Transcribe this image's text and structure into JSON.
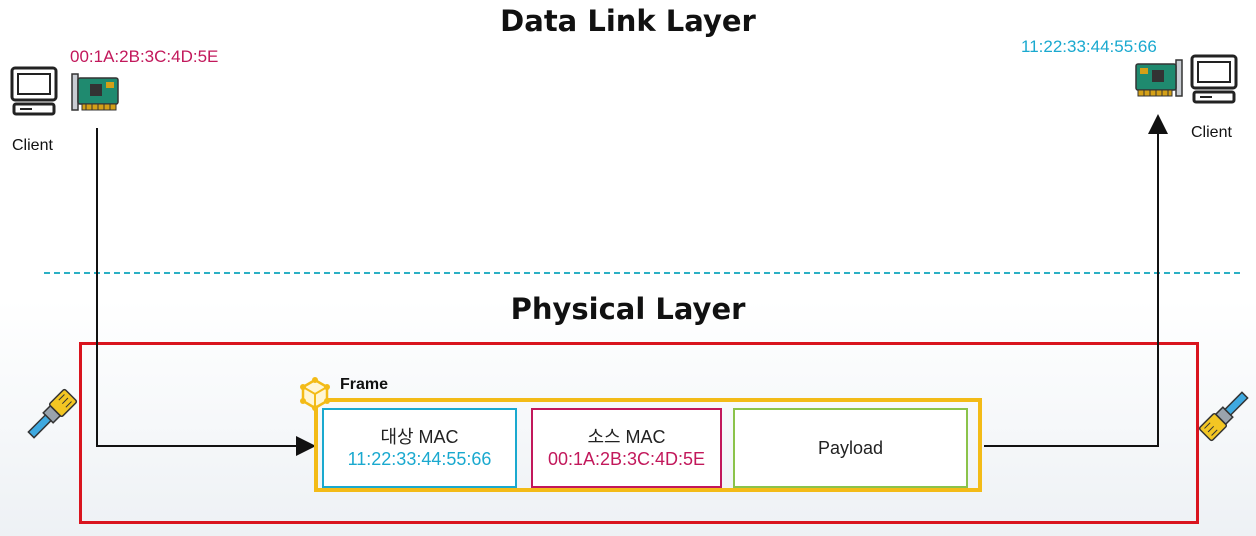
{
  "titles": {
    "data_link": "Data Link Layer",
    "physical": "Physical Layer"
  },
  "left_host": {
    "label": "Client",
    "mac": "00:1A:2B:3C:4D:5E"
  },
  "right_host": {
    "label": "Client",
    "mac": "11:22:33:44:55:66"
  },
  "frame": {
    "label": "Frame",
    "fields": [
      {
        "name": "대상 MAC",
        "value": "11:22:33:44:55:66"
      },
      {
        "name": "소스 MAC",
        "value": "00:1A:2B:3C:4D:5E"
      },
      {
        "name": "Payload"
      }
    ]
  },
  "colors": {
    "dest_mac": "#1aa9cf",
    "src_mac": "#c2185b",
    "payload": "#8bc34a",
    "frame": "#f3bb17",
    "physical_layer": "#d9141e",
    "divider": "#2bb0c4"
  },
  "icons": {
    "computer": "computer-icon",
    "network_card": "network-card-icon",
    "ethernet_cable": "ethernet-cable-icon",
    "frame": "cube-network-icon"
  }
}
